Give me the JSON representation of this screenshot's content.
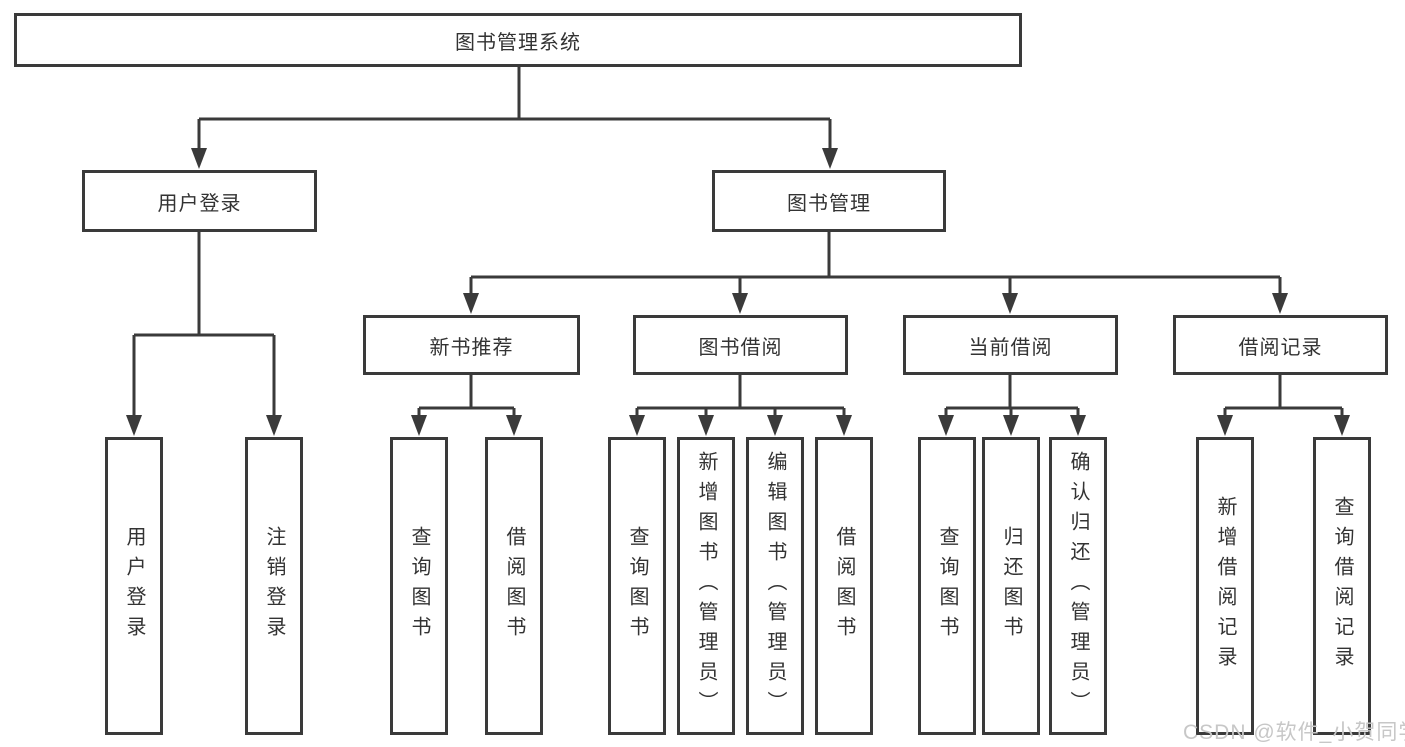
{
  "diagram_title": "图书管理系统",
  "tree": {
    "root": {
      "label": "图书管理系统"
    },
    "children": [
      {
        "label": "用户登录",
        "children": [
          {
            "label": "用户登录"
          },
          {
            "label": "注销登录"
          }
        ]
      },
      {
        "label": "图书管理",
        "children": [
          {
            "label": "新书推荐",
            "children": [
              {
                "label": "查询图书"
              },
              {
                "label": "借阅图书"
              }
            ]
          },
          {
            "label": "图书借阅",
            "children": [
              {
                "label": "查询图书"
              },
              {
                "label": "新增图书（管理员）"
              },
              {
                "label": "编辑图书（管理员）"
              },
              {
                "label": "借阅图书"
              }
            ]
          },
          {
            "label": "当前借阅",
            "children": [
              {
                "label": "查询图书"
              },
              {
                "label": "归还图书"
              },
              {
                "label": "确认归还（管理员）"
              }
            ]
          },
          {
            "label": "借阅记录",
            "children": [
              {
                "label": "新增借阅记录"
              },
              {
                "label": "查询借阅记录"
              }
            ]
          }
        ]
      }
    ]
  },
  "watermark": {
    "text": "CSDN @软件_小贺同学"
  },
  "colors": {
    "line": "#3a3a3a",
    "node_border": "#3a3a3a",
    "node_text": "#333333",
    "node_background": "#ffffff",
    "watermark": "#c7c7c7",
    "background": "#ffffff"
  }
}
